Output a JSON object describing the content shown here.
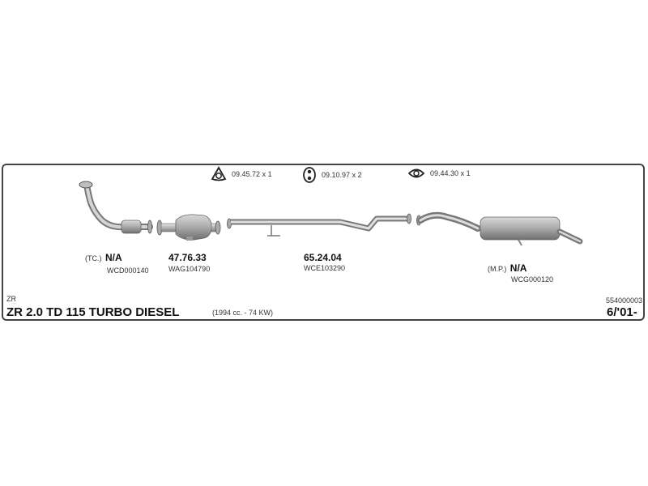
{
  "hardware": [
    {
      "code": "09.45.72",
      "qty": "x 1",
      "icon": "gasket-triangle-icon"
    },
    {
      "code": "09.10.97",
      "qty": "x 2",
      "icon": "rubber-hanger-icon"
    },
    {
      "code": "09.44.30",
      "qty": "x 1",
      "icon": "flange-gasket-icon"
    }
  ],
  "parts": [
    {
      "prefix": "(TC.)",
      "code": "N/A",
      "ref": "WCD000140"
    },
    {
      "prefix": "",
      "code": "47.76.33",
      "ref": "WAG104790"
    },
    {
      "prefix": "",
      "code": "65.24.04",
      "ref": "WCE103290"
    },
    {
      "prefix": "(M.P.)",
      "code": "N/A",
      "ref": "WCG000120"
    }
  ],
  "footer": {
    "model_short": "ZR",
    "model": "ZR 2.0 TD 115 TURBO DIESEL",
    "engine": "(1994 cc. - 74 KW)",
    "catalog_number": "554000003",
    "date": "6/'01-"
  }
}
